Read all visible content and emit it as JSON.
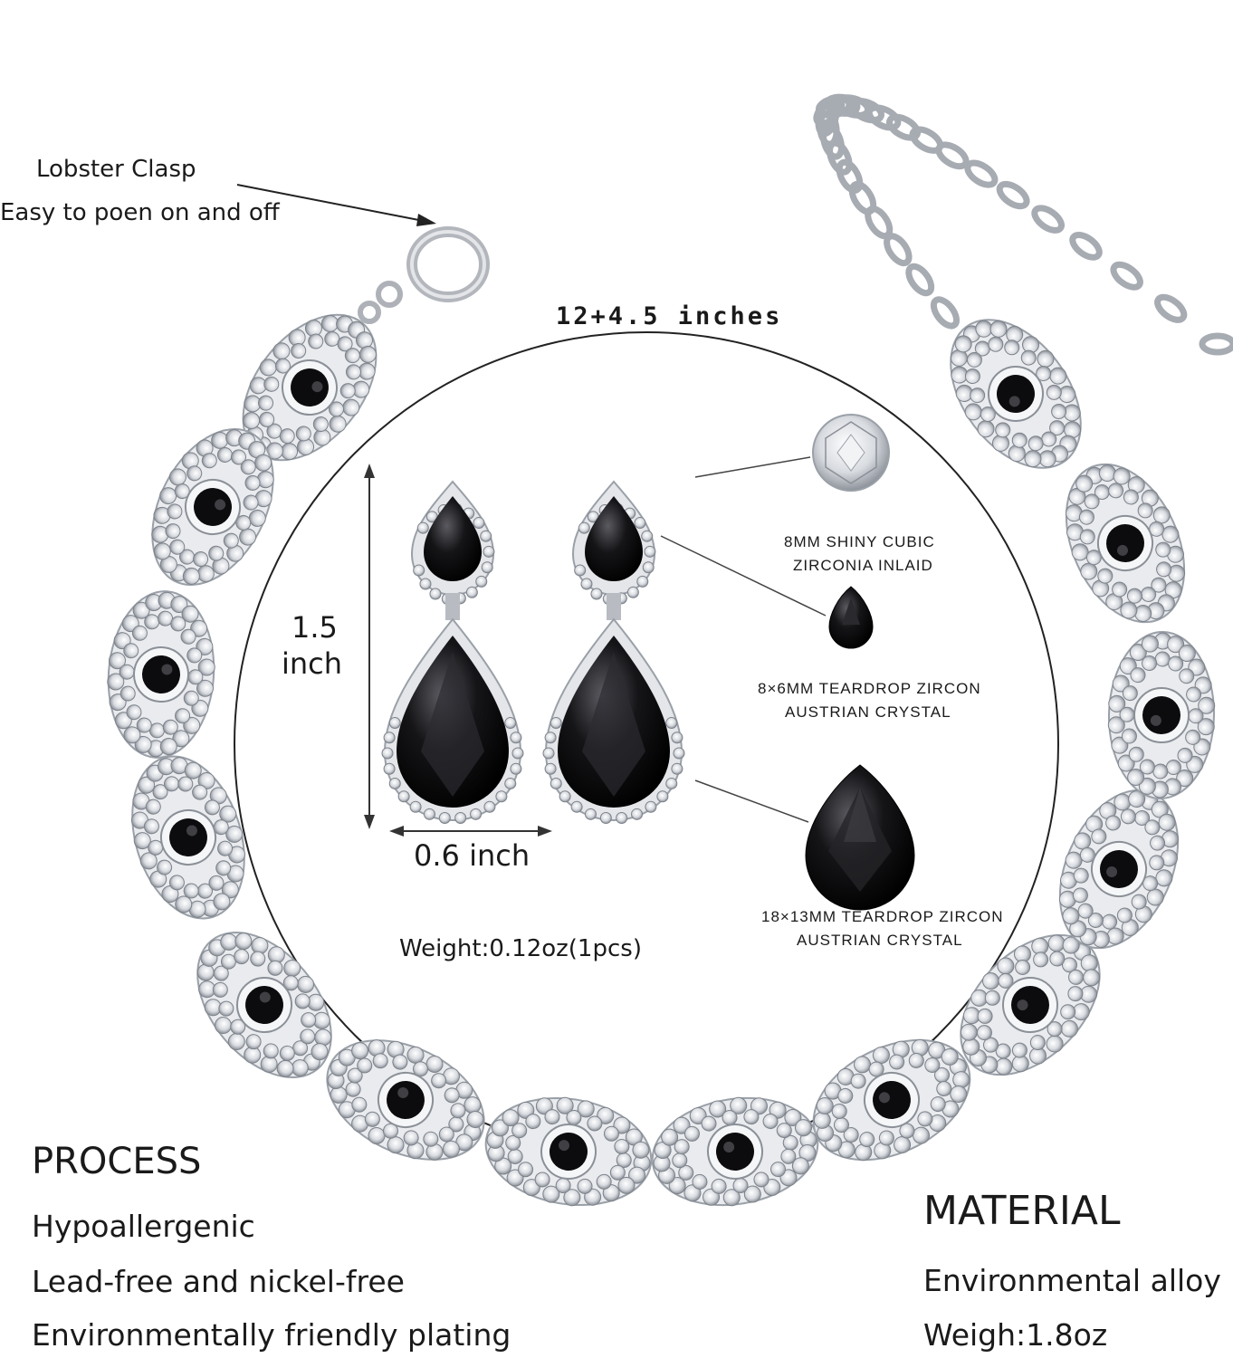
{
  "clasp": {
    "line1": "Lobster Clasp",
    "line2": "Easy to poen on and off"
  },
  "length_label": "12+4.5  inches",
  "earring": {
    "height_line1": "1.5",
    "height_line2": "inch",
    "width_label": "0.6 inch",
    "weight_label": "Weight:0.12oz(1pcs)"
  },
  "callouts": [
    {
      "line1": "8MM  SHINY  CUBIC",
      "line2": "ZIRCONIA  INLAID",
      "icon": "round-zirconia-icon"
    },
    {
      "line1": "8×6MM  TEARDROP  ZIRCON",
      "line2": "AUSTRIAN  CRYSTAL",
      "icon": "small-teardrop-gem-icon"
    },
    {
      "line1": "18×13MM  TEARDROP  ZIRCON",
      "line2": "AUSTRIAN  CRYSTAL",
      "icon": "large-teardrop-gem-icon"
    }
  ],
  "process": {
    "heading": "PROCESS",
    "items": [
      "Hypoallergenic",
      "Lead-free and nickel-free",
      "Environmentally friendly plating"
    ]
  },
  "material": {
    "heading": "MATERIAL",
    "items": [
      "Environmental alloy",
      "Weigh:1.8oz"
    ]
  },
  "colors": {
    "gem": "#0c0c0e",
    "silver": "#c9ccd2",
    "text": "#1a1a1a"
  }
}
